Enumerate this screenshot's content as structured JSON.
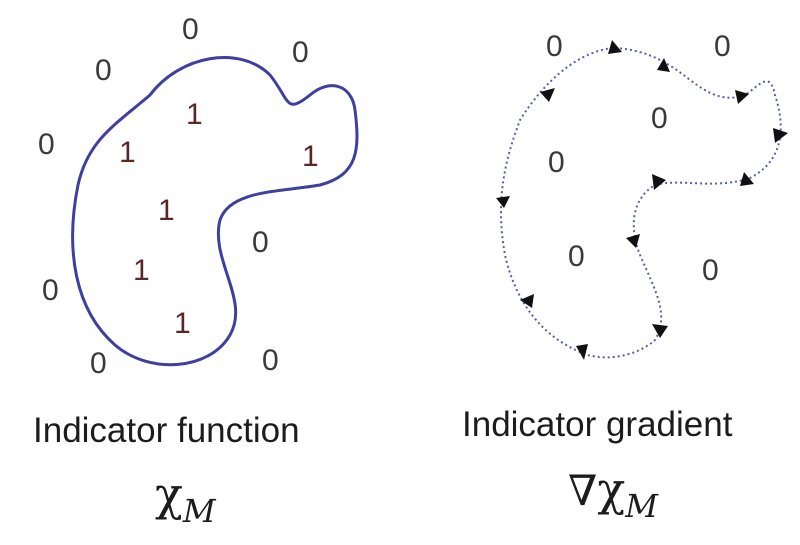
{
  "colors": {
    "outside_digit": "#3a3a3a",
    "inside_digit": "#5a2626",
    "curve": "#3f3fa0",
    "dotted_curve": "#5a5ab4",
    "arrow": "#111111",
    "caption": "#1c1c1c"
  },
  "left_panel": {
    "outside_value": "0",
    "inside_value": "1",
    "caption": "Indicator function",
    "symbol": "χ",
    "subscript": "M"
  },
  "right_panel": {
    "value": "0",
    "caption": "Indicator gradient",
    "operator": "∇",
    "symbol": "χ",
    "subscript": "M"
  }
}
